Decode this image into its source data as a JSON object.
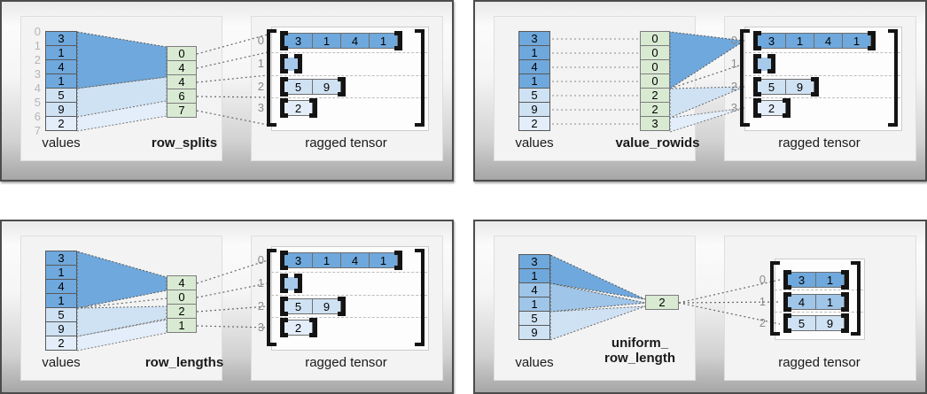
{
  "colors": {
    "dark_blue": "#6fa8dc",
    "medium_blue": "#9fc5e8",
    "light_blue": "#cfe2f3",
    "pale_blue": "#e3eefa",
    "param_green": "#d9ead3"
  },
  "panels": [
    {
      "method_label": "row_splits",
      "values_label": "values",
      "tensor_label": "ragged tensor",
      "value_indices": [
        "0",
        "1",
        "2",
        "3",
        "4",
        "5",
        "6",
        "7"
      ],
      "values": [
        "3",
        "1",
        "4",
        "1",
        "5",
        "9",
        "2"
      ],
      "params": [
        "0",
        "4",
        "4",
        "6",
        "7"
      ],
      "row_indices": [
        "0",
        "1",
        "2",
        "3"
      ],
      "rows": [
        [
          "3",
          "1",
          "4",
          "1"
        ],
        [],
        [
          "5",
          "9"
        ],
        [
          "2"
        ]
      ]
    },
    {
      "method_label": "value_rowids",
      "values_label": "values",
      "tensor_label": "ragged tensor",
      "values": [
        "3",
        "1",
        "4",
        "1",
        "5",
        "9",
        "2"
      ],
      "params": [
        "0",
        "0",
        "0",
        "0",
        "2",
        "2",
        "3"
      ],
      "row_indices": [
        "0",
        "1",
        "2",
        "3"
      ],
      "rows": [
        [
          "3",
          "1",
          "4",
          "1"
        ],
        [],
        [
          "5",
          "9"
        ],
        [
          "2"
        ]
      ]
    },
    {
      "method_label": "row_lengths",
      "values_label": "values",
      "tensor_label": "ragged tensor",
      "values": [
        "3",
        "1",
        "4",
        "1",
        "5",
        "9",
        "2"
      ],
      "params": [
        "4",
        "0",
        "2",
        "1"
      ],
      "row_indices": [
        "0",
        "1",
        "2",
        "3"
      ],
      "rows": [
        [
          "3",
          "1",
          "4",
          "1"
        ],
        [],
        [
          "5",
          "9"
        ],
        [
          "2"
        ]
      ]
    },
    {
      "method_label_line1": "uniform_",
      "method_label_line2": "row_length",
      "values_label": "values",
      "tensor_label": "ragged tensor",
      "values": [
        "3",
        "1",
        "4",
        "1",
        "5",
        "9"
      ],
      "params": [
        "2"
      ],
      "row_indices": [
        "0",
        "1",
        "2"
      ],
      "rows": [
        [
          "3",
          "1"
        ],
        [
          "4",
          "1"
        ],
        [
          "5",
          "9"
        ]
      ]
    }
  ]
}
